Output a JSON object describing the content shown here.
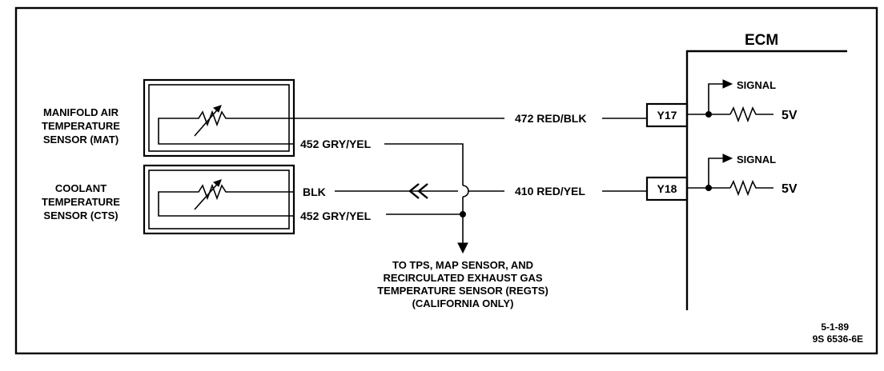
{
  "ecm": {
    "title": "ECM",
    "pins": [
      {
        "id": "Y17",
        "signal_label": "SIGNAL",
        "voltage": "5V"
      },
      {
        "id": "Y18",
        "signal_label": "SIGNAL",
        "voltage": "5V"
      }
    ]
  },
  "sensors": [
    {
      "lines": [
        "MANIFOLD AIR",
        "TEMPERATURE",
        "SENSOR (MAT)"
      ]
    },
    {
      "lines": [
        "COOLANT",
        "TEMPERATURE",
        "SENSOR (CTS)"
      ]
    }
  ],
  "wires": {
    "mat_signal": "472 RED/BLK",
    "mat_ground": "452 GRY/YEL",
    "cts_blk": "BLK",
    "cts_signal": "410 RED/YEL",
    "cts_ground": "452 GRY/YEL"
  },
  "note": {
    "lines": [
      "TO TPS, MAP SENSOR, AND",
      "RECIRCULATED EXHAUST GAS",
      "TEMPERATURE SENSOR (REGTS)",
      "(CALIFORNIA ONLY)"
    ]
  },
  "figure_id": {
    "lines": [
      "5-1-89",
      "9S 6536-6E"
    ]
  }
}
